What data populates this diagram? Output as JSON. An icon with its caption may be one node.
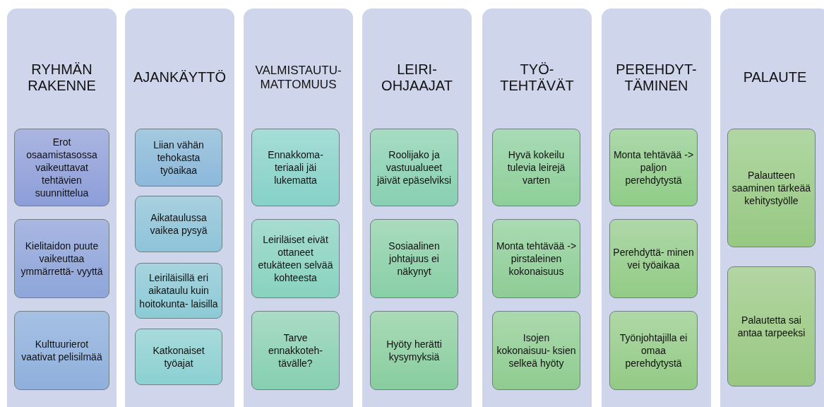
{
  "diagram": {
    "nodes": [
      {
        "text": [
          "RYHMÄN RAKENNE"
        ]
      },
      {
        "text": [
          "Erot osaamistasossa vaikeuttavat tehtävien suunnittelua"
        ],
        "in": 0
      },
      {
        "text": [
          "Kielitaidon puute vaikeuttaa ymmärrettä- vyyttä"
        ],
        "in": 0
      },
      {
        "text": [
          "Kulttuurierot vaativat pelisilmää"
        ],
        "in": 0
      },
      {
        "text": [
          "AJANKÄYTTÖ"
        ]
      },
      {
        "text": [
          "Liian vähän tehokasta työaikaa"
        ],
        "in": 4
      },
      {
        "text": [
          "Aikataulussa vaikea pysyä"
        ],
        "in": 4
      },
      {
        "text": [
          "Leiriläisillä eri aikataulu kuin hoitokunta- laisilla"
        ],
        "in": 4
      },
      {
        "text": [
          "Katkonaiset työajat"
        ],
        "in": 4
      },
      {
        "text": [
          "VALMISTAUTU- MATTOMUUS"
        ]
      },
      {
        "text": [
          "Ennakkoma- teriaali jäi lukematta"
        ],
        "in": 9
      },
      {
        "text": [
          "Leiriläiset eivät ottaneet etukäteen selvää kohteesta"
        ],
        "in": 9
      },
      {
        "text": [
          "Tarve ennakkoteh- tävälle?"
        ],
        "in": 9
      },
      {
        "text": [
          "LEIRI- OHJAAJAT"
        ]
      },
      {
        "text": [
          "Roolijako ja vastuualueet jäivät epäselviksi"
        ],
        "in": 13
      },
      {
        "text": [
          "Sosiaalinen johtajuus ei näkynyt"
        ],
        "in": 13
      },
      {
        "text": [
          "Hyöty herätti kysymyksiä"
        ],
        "in": 13
      },
      {
        "text": [
          "TYÖ- TEHTÄVÄT"
        ]
      },
      {
        "text": [
          "Hyvä kokeilu tulevia leirejä varten"
        ],
        "in": 17
      },
      {
        "text": [
          "Monta tehtävää -> pirstaleinen kokonaisuus"
        ],
        "in": 17
      },
      {
        "text": [
          "Isojen kokonaisuu- ksien selkeä hyöty"
        ],
        "in": 17
      },
      {
        "text": [
          "PEREHDYT- TÄMINEN"
        ]
      },
      {
        "text": [
          "Monta tehtävää -> paljon perehdytystä"
        ],
        "in": 21
      },
      {
        "text": [
          "Perehdyttä- minen vei työaikaa"
        ],
        "in": 21
      },
      {
        "text": [
          "Työnjohtajilla ei omaa perehdytystä"
        ],
        "in": 21
      },
      {
        "text": [
          "PALAUTE"
        ]
      },
      {
        "text": [
          "Palautteen saaminen tärkeää kehitystyölle"
        ],
        "in": 25
      },
      {
        "text": [
          "Palautetta sai antaa tarpeeksi"
        ],
        "in": 25
      }
    ]
  }
}
